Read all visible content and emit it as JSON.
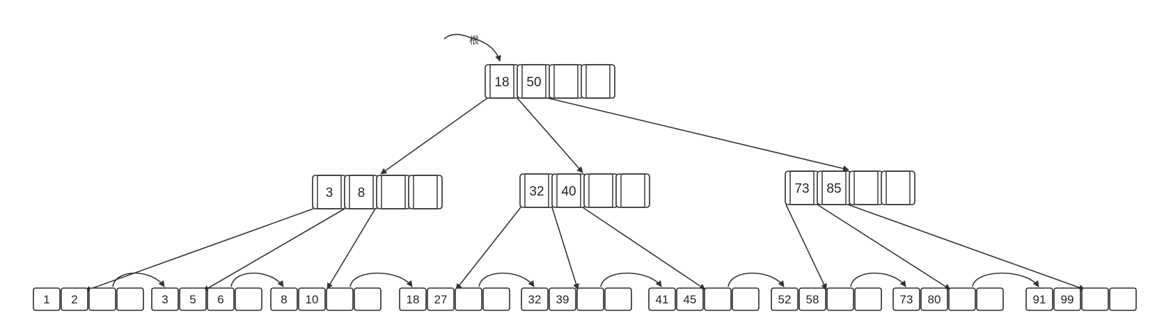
{
  "root_pointer_label": "根",
  "root": {
    "keys": [
      "18",
      "50",
      "",
      ""
    ]
  },
  "internal": [
    {
      "keys": [
        "3",
        "8",
        "",
        ""
      ]
    },
    {
      "keys": [
        "32",
        "40",
        "",
        ""
      ]
    },
    {
      "keys": [
        "73",
        "85",
        "",
        ""
      ]
    }
  ],
  "leaves": [
    {
      "keys": [
        "1",
        "2",
        "",
        ""
      ]
    },
    {
      "keys": [
        "3",
        "5",
        "6",
        ""
      ]
    },
    {
      "keys": [
        "8",
        "10",
        "",
        ""
      ]
    },
    {
      "keys": [
        "18",
        "27",
        "",
        ""
      ]
    },
    {
      "keys": [
        "32",
        "39",
        "",
        ""
      ]
    },
    {
      "keys": [
        "41",
        "45",
        "",
        ""
      ]
    },
    {
      "keys": [
        "52",
        "58",
        "",
        ""
      ]
    },
    {
      "keys": [
        "73",
        "80",
        "",
        ""
      ]
    },
    {
      "keys": [
        "91",
        "99",
        "",
        ""
      ]
    }
  ]
}
